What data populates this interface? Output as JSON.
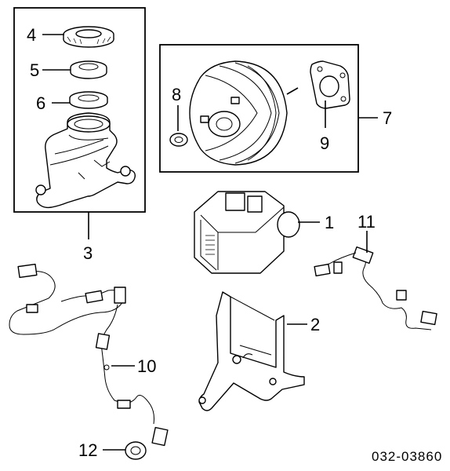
{
  "diagram": {
    "callouts": {
      "c1": "1",
      "c2": "2",
      "c3": "3",
      "c4": "4",
      "c5": "5",
      "c6": "6",
      "c7": "7",
      "c8": "8",
      "c9": "9",
      "c10": "10",
      "c11": "11",
      "c12": "12"
    },
    "diagram_code": "032-03860"
  }
}
